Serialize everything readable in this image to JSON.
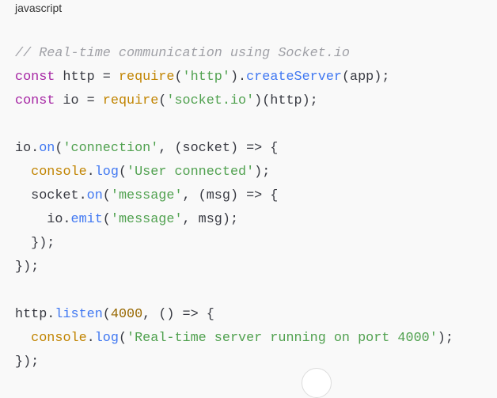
{
  "language_label": "javascript",
  "code_lines": [
    [
      [
        "comment",
        "// Real-time communication using Socket.io"
      ]
    ],
    [
      [
        "keyword",
        "const"
      ],
      [
        "plain",
        " http = "
      ],
      [
        "fn",
        "require"
      ],
      [
        "plain",
        "("
      ],
      [
        "string",
        "'http'"
      ],
      [
        "plain",
        ")."
      ],
      [
        "method",
        "createServer"
      ],
      [
        "plain",
        "(app);"
      ]
    ],
    [
      [
        "keyword",
        "const"
      ],
      [
        "plain",
        " io = "
      ],
      [
        "fn",
        "require"
      ],
      [
        "plain",
        "("
      ],
      [
        "string",
        "'socket.io'"
      ],
      [
        "plain",
        ")(http);"
      ]
    ],
    [],
    [
      [
        "plain",
        "io."
      ],
      [
        "method",
        "on"
      ],
      [
        "plain",
        "("
      ],
      [
        "string",
        "'connection'"
      ],
      [
        "plain",
        ", (socket) => {"
      ]
    ],
    [
      [
        "plain",
        "  "
      ],
      [
        "fn",
        "console"
      ],
      [
        "plain",
        "."
      ],
      [
        "method",
        "log"
      ],
      [
        "plain",
        "("
      ],
      [
        "string",
        "'User connected'"
      ],
      [
        "plain",
        ");"
      ]
    ],
    [
      [
        "plain",
        "  socket."
      ],
      [
        "method",
        "on"
      ],
      [
        "plain",
        "("
      ],
      [
        "string",
        "'message'"
      ],
      [
        "plain",
        ", (msg) => {"
      ]
    ],
    [
      [
        "plain",
        "    io."
      ],
      [
        "method",
        "emit"
      ],
      [
        "plain",
        "("
      ],
      [
        "string",
        "'message'"
      ],
      [
        "plain",
        ", msg);"
      ]
    ],
    [
      [
        "plain",
        "  });"
      ]
    ],
    [
      [
        "plain",
        "});"
      ]
    ],
    [],
    [
      [
        "plain",
        "http."
      ],
      [
        "method",
        "listen"
      ],
      [
        "plain",
        "("
      ],
      [
        "number",
        "4000"
      ],
      [
        "plain",
        ", () => {"
      ]
    ],
    [
      [
        "plain",
        "  "
      ],
      [
        "fn",
        "console"
      ],
      [
        "plain",
        "."
      ],
      [
        "method",
        "log"
      ],
      [
        "plain",
        "("
      ],
      [
        "string",
        "'Real-time server running on port 4000'"
      ],
      [
        "plain",
        ");"
      ]
    ],
    [
      [
        "plain",
        "});"
      ]
    ]
  ]
}
